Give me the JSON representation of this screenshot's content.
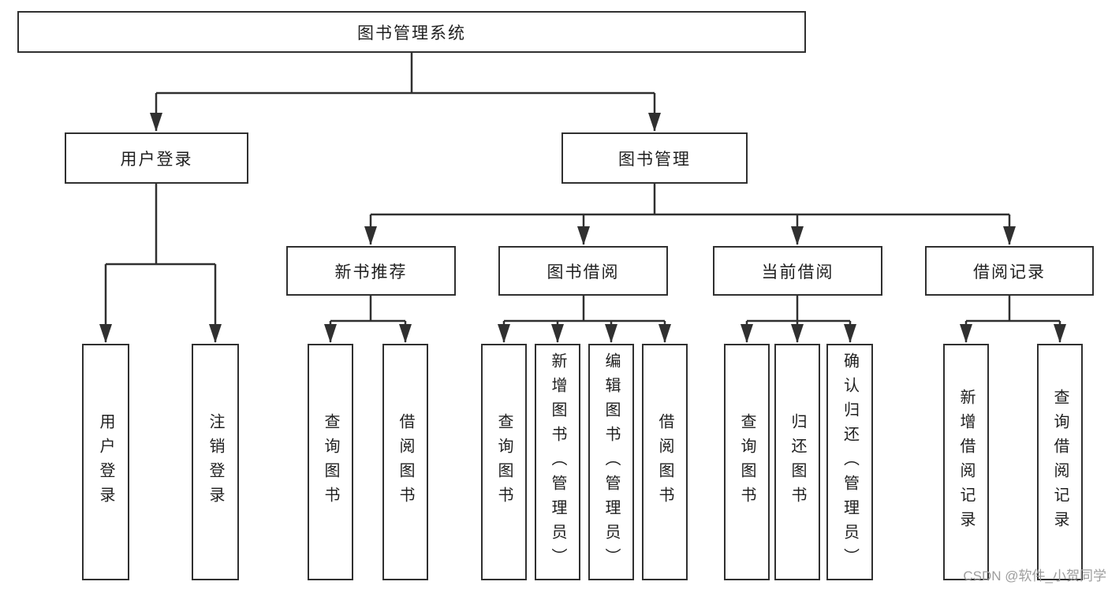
{
  "diagram": {
    "tree": {
      "label": "图书管理系统",
      "children": [
        {
          "label": "用户登录",
          "children": [
            {
              "label": "用户登录"
            },
            {
              "label": "注销登录"
            }
          ]
        },
        {
          "label": "图书管理",
          "children": [
            {
              "label": "新书推荐",
              "children": [
                {
                  "label": "查询图书"
                },
                {
                  "label": "借阅图书"
                }
              ]
            },
            {
              "label": "图书借阅",
              "children": [
                {
                  "label": "查询图书"
                },
                {
                  "label": "新增图书（管理员）"
                },
                {
                  "label": "编辑图书（管理员）"
                },
                {
                  "label": "借阅图书"
                }
              ]
            },
            {
              "label": "当前借阅",
              "children": [
                {
                  "label": "查询图书"
                },
                {
                  "label": "归还图书"
                },
                {
                  "label": "确认归还（管理员）"
                }
              ]
            },
            {
              "label": "借阅记录",
              "children": [
                {
                  "label": "新增借阅记录"
                },
                {
                  "label": "查询借阅记录"
                }
              ]
            }
          ]
        }
      ]
    },
    "watermark": "CSDN @软件_小贺同学",
    "colors": {
      "line": "#303030",
      "text": "#1f1f1f",
      "background": "#ffffff",
      "watermark": "#9e9e9e"
    }
  }
}
